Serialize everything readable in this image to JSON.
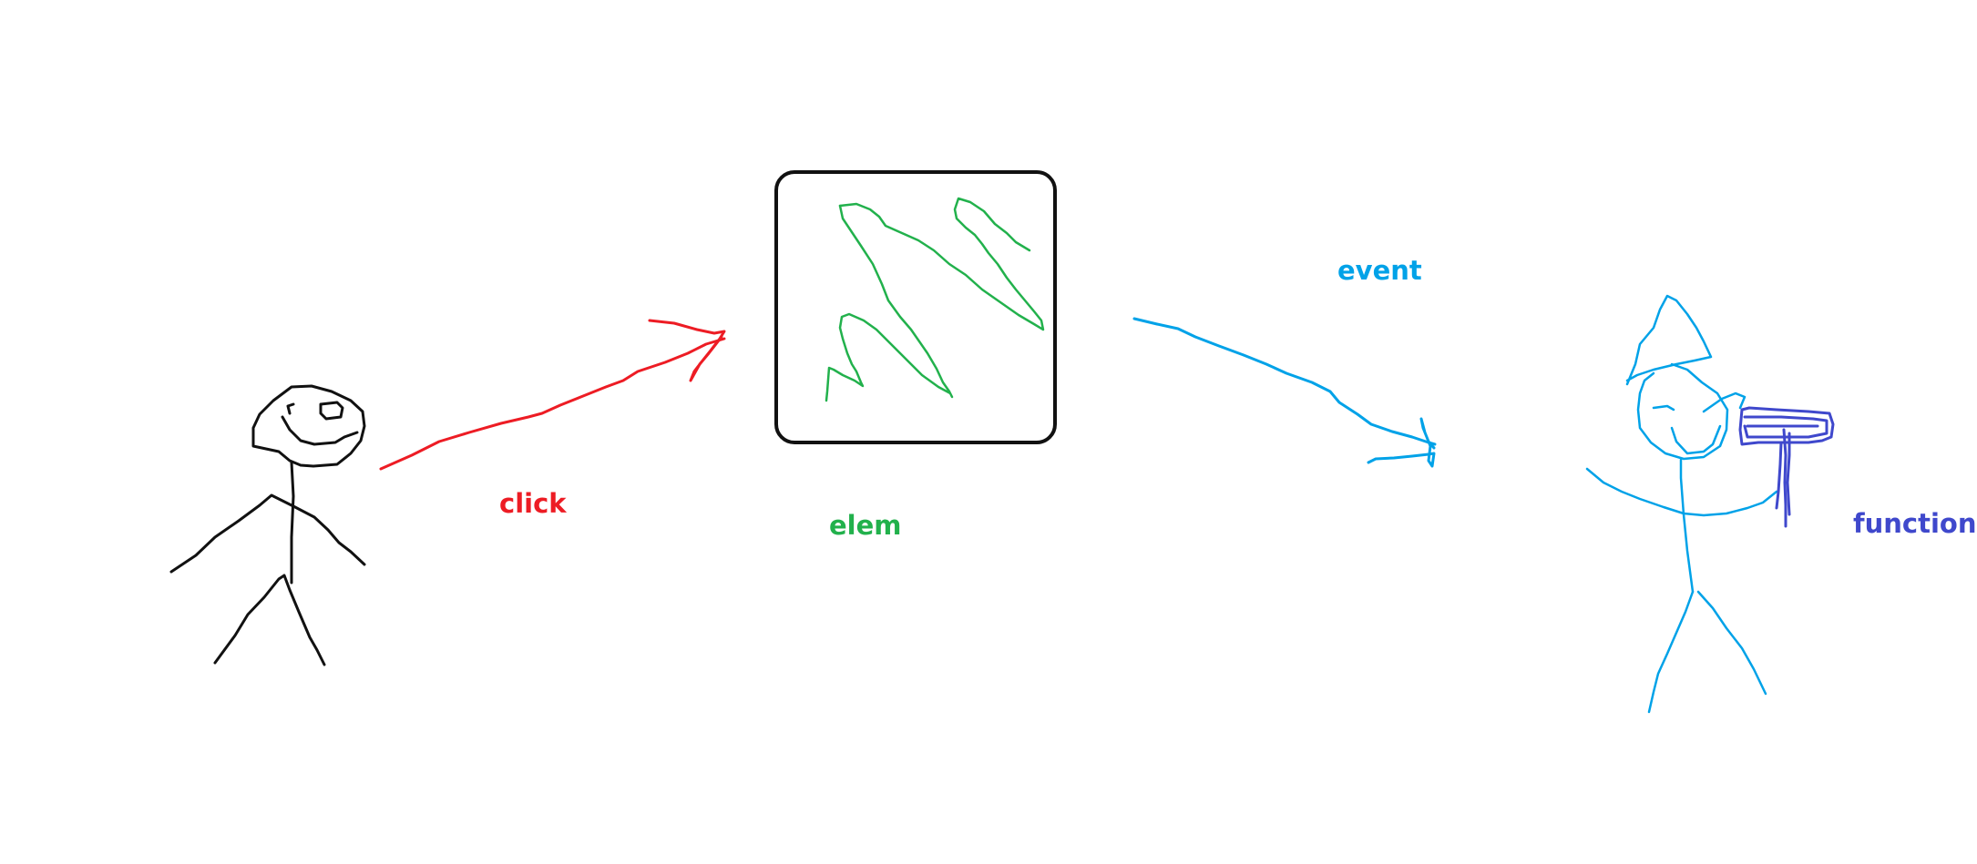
{
  "labels": {
    "click": "click",
    "elem": "elem",
    "event": "event",
    "function": "function"
  },
  "colors": {
    "user": "#111111",
    "click": "#ed1c24",
    "elem_border": "#111111",
    "elem_content": "#22b14c",
    "event": "#00a2e8",
    "function": "#3f48cc"
  },
  "icons": {
    "user": "stick-figure-icon",
    "click_arrow": "arrow-right-icon",
    "element": "box-icon",
    "event_arrow": "arrow-right-icon",
    "handler": "stick-figure-with-camera-icon"
  }
}
